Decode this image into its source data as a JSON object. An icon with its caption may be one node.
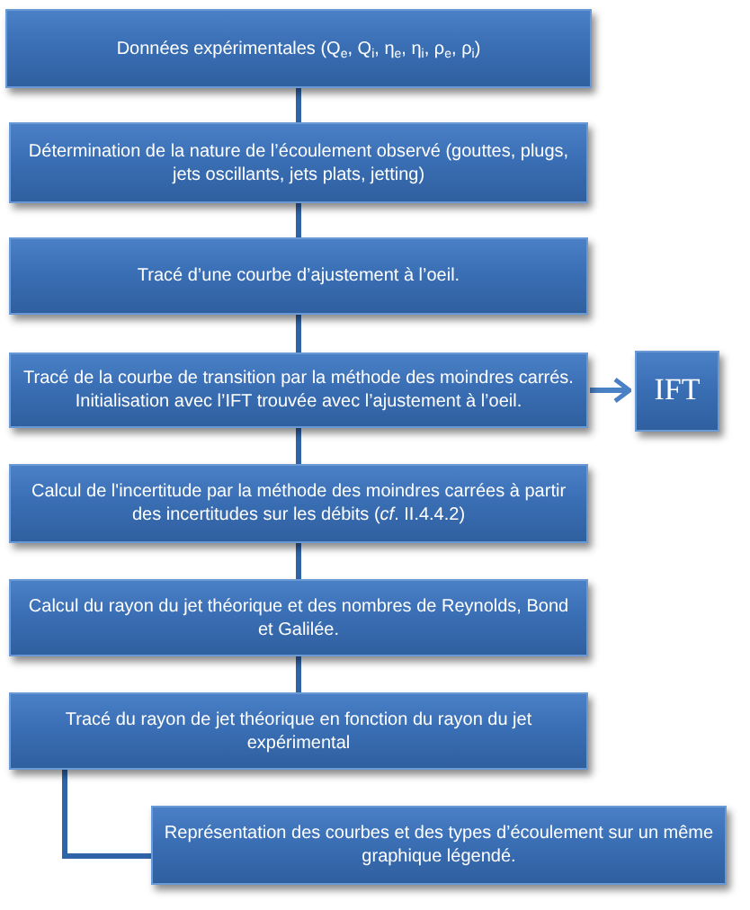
{
  "diagram": {
    "nodes": [
      {
        "text": [
          "Données expérimentales (Q$_{e}$, Q$_{i}$, η$_{e}$, η$_{i}$, ρ$_{e}$, ρ$_{i}$)"
        ]
      },
      {
        "text": [
          "Détermination de la nature de l’écoulement observé (gouttes, plugs, jets oscillants, jets plats, jetting)"
        ]
      },
      {
        "text": [
          "Tracé d’une courbe d’ajustement à l’oeil."
        ]
      },
      {
        "text": [
          "Tracé de la courbe de transition par la méthode des moindres carrés. Initialisation avec l’IFT trouvée avec l’ajustement à l’oeil."
        ]
      },
      {
        "text": [
          "IFT"
        ]
      },
      {
        "text": [
          "Calcul de l'incertitude par la méthode des moindres carrées à partir des incertitudes sur les débits (*cf*. II.4.4.2)"
        ]
      },
      {
        "text": [
          "Calcul du rayon du jet théorique et des nombres de Reynolds, Bond et Galilée."
        ]
      },
      {
        "text": [
          "Tracé du rayon de jet théorique en fonction du rayon du jet expérimental"
        ]
      },
      {
        "text": [
          "Représentation des courbes et des types d’écoulement sur un même graphique légendé."
        ]
      }
    ],
    "edges": [
      {
        "from": 0,
        "to": 1,
        "arrow": "none"
      },
      {
        "from": 1,
        "to": 2,
        "arrow": "none"
      },
      {
        "from": 2,
        "to": 3,
        "arrow": "none"
      },
      {
        "from": 3,
        "to": 4,
        "arrow": "to"
      },
      {
        "from": 3,
        "to": 5,
        "arrow": "none"
      },
      {
        "from": 5,
        "to": 6,
        "arrow": "none"
      },
      {
        "from": 6,
        "to": 7,
        "arrow": "none"
      },
      {
        "from": 7,
        "to": 8,
        "arrow": "none"
      }
    ]
  }
}
